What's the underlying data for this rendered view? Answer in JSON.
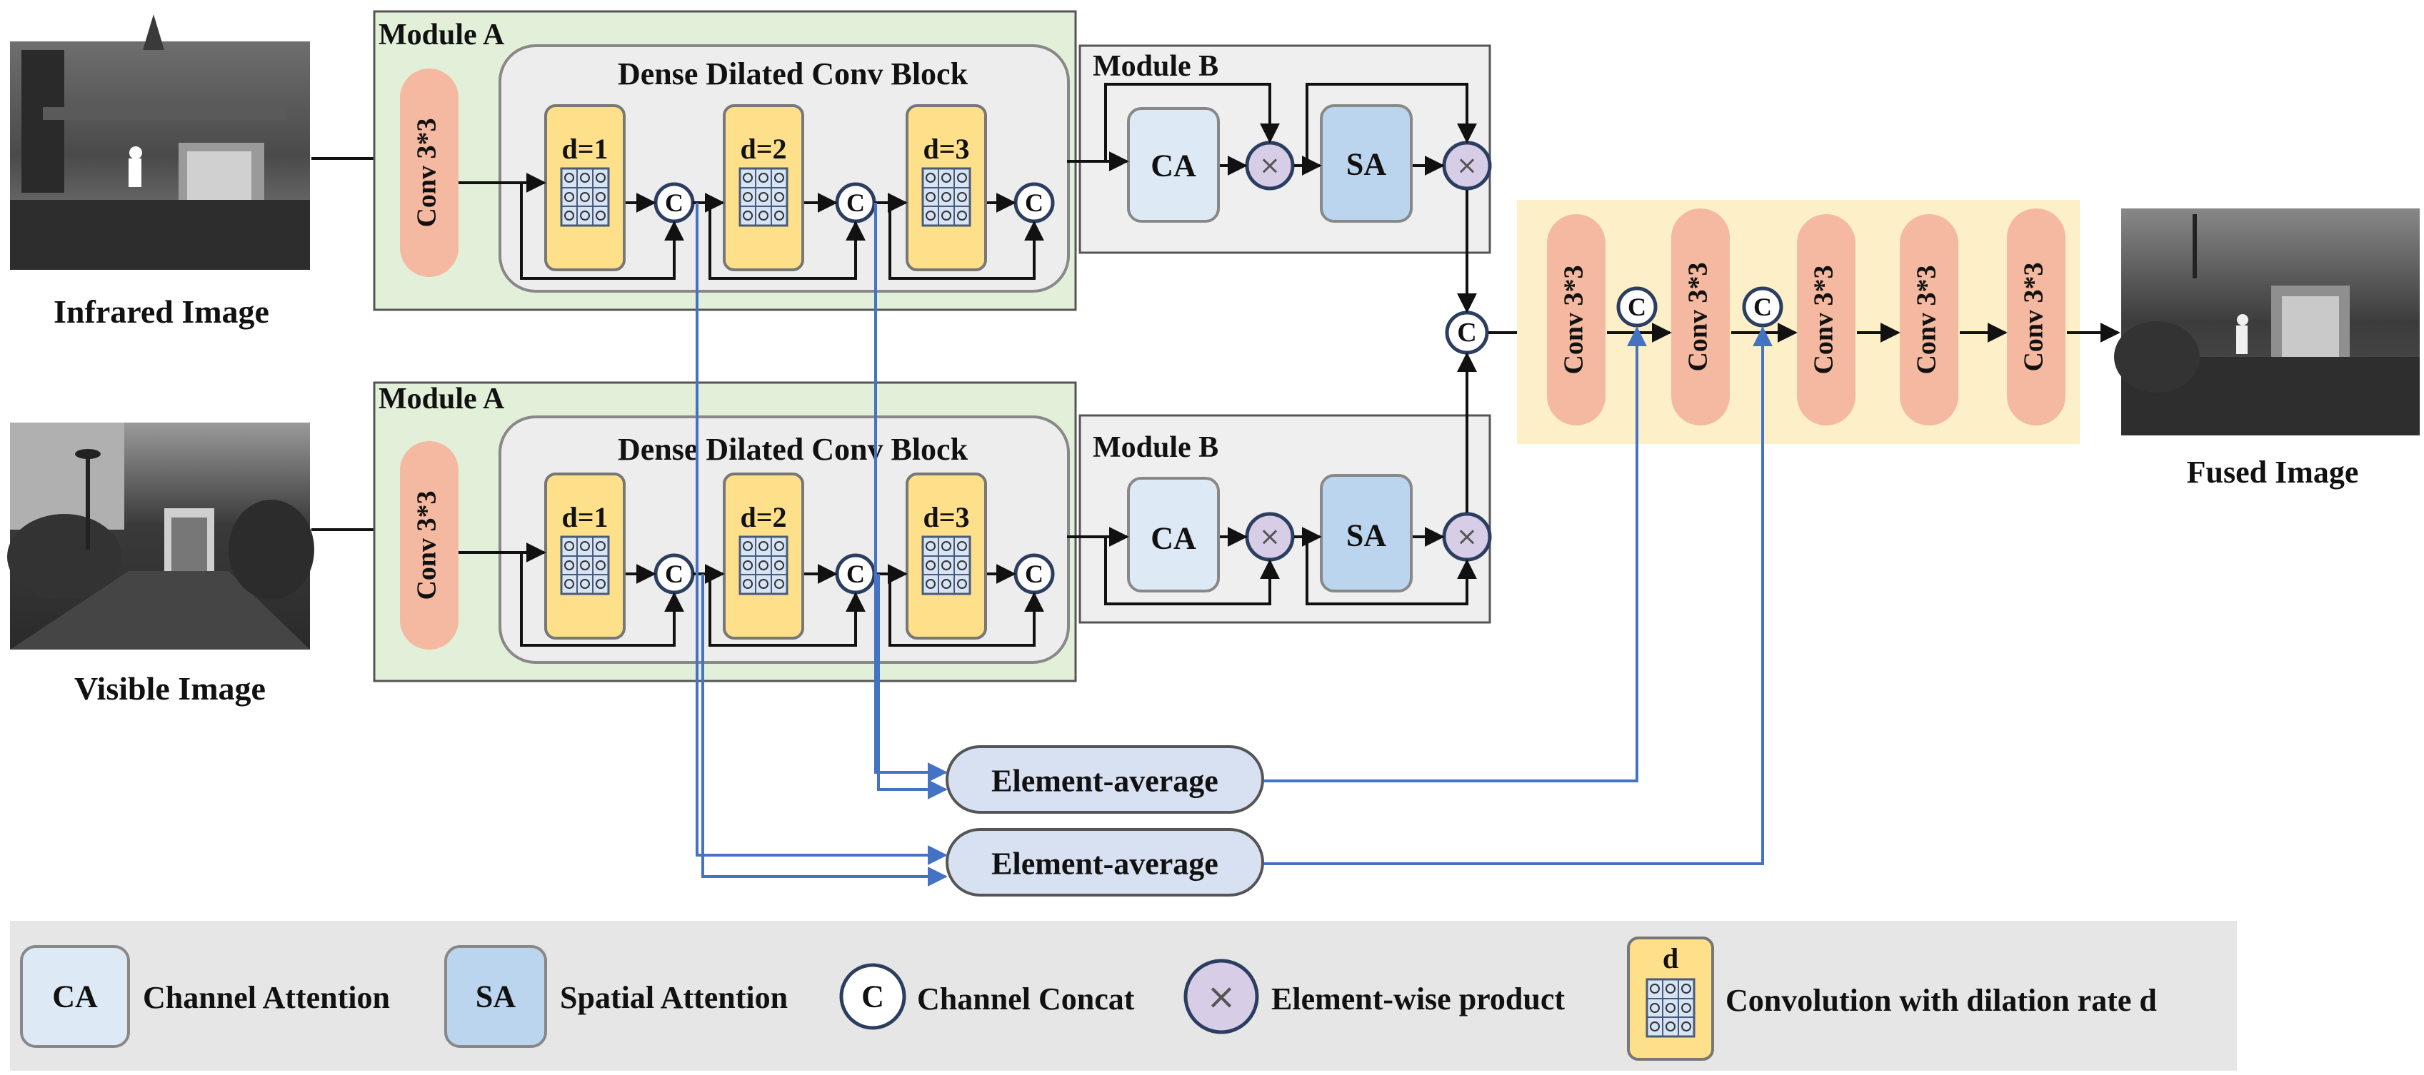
{
  "inputs": {
    "infrared_label": "Infrared Image",
    "visible_label": "Visible Image",
    "fused_label": "Fused Image"
  },
  "module_a": {
    "title": "Module A",
    "conv_label": "Conv  3*3",
    "dense_block_title_top": "Dense Dilated Conv Block",
    "dense_block_title_bottom": "Dense  Dilated Conv Block",
    "dilations": [
      "d=1",
      "d=2",
      "d=3"
    ],
    "concat_symbol": "C"
  },
  "module_b": {
    "title": "Module B",
    "ca": "CA",
    "sa": "SA",
    "product_symbol": "×"
  },
  "decoder": {
    "conv_label": "Conv  3*3",
    "count": 5
  },
  "element_average": [
    "Element-average",
    "Element-average"
  ],
  "legend": {
    "ca_symbol": "CA",
    "ca_text": "Channel  Attention",
    "sa_symbol": "SA",
    "sa_text": "Spatial Attention",
    "c_symbol": "C",
    "c_text": "Channel Concat",
    "x_symbol": "×",
    "x_text": "Element-wise product",
    "d_symbol": "d",
    "d_text": "Convolution with dilation rate d"
  },
  "colors": {
    "module_a_bg": "#e2efd9",
    "module_b_bg": "#efefef",
    "dense_block_bg": "#ededed",
    "conv_pill": "#f4b9a0",
    "dilated_box": "#ffe08a",
    "ca_box": "#dde9f5",
    "sa_box": "#bcd5ee",
    "product_circle": "#d8cde6",
    "decoder_bg": "#fdf0c8",
    "element_average": "#d8e1f2",
    "legend_bg": "#e6e6e6",
    "blue_arrow": "#4472c4"
  }
}
